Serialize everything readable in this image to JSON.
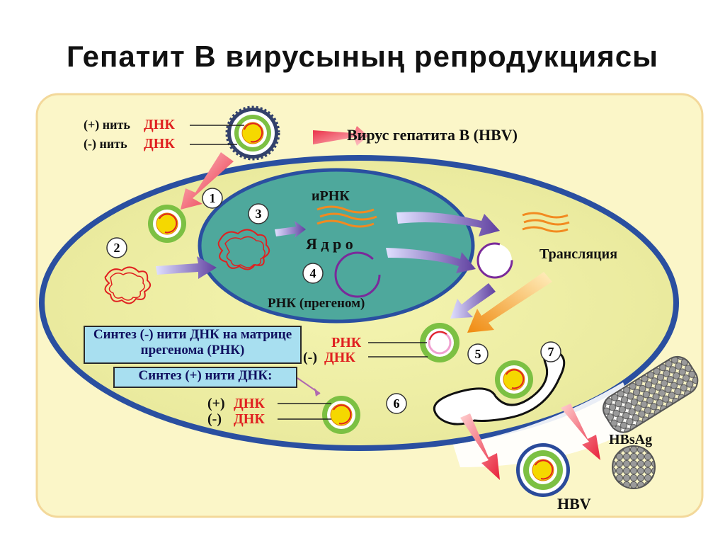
{
  "title": "Гепатит В вирусының репродукциясы",
  "labels": {
    "plus_strand_prefix": "(+) нить",
    "minus_strand_prefix": "(-) нить",
    "dna": "ДНК",
    "virus": "Вирус гепатита В (HBV)",
    "mrna": "иРНК",
    "nucleus": "Я д р о",
    "rna_pregenome": "РНК (прегеном)",
    "translation": "Трансляция",
    "rna": "РНК",
    "minus": "(-)",
    "plus": "(+)",
    "hbsag": "HBsAg",
    "hbv": "HBV"
  },
  "steps": [
    "1",
    "2",
    "3",
    "4",
    "5",
    "6",
    "7"
  ],
  "boxes": {
    "minus_synthesis": "Синтез (-) нити ДНК на матрице прегенома (РНК)",
    "plus_synthesis": "Синтез (+) нити ДНК:"
  },
  "colors": {
    "background_panel": "#fbf6c8",
    "cell": "#f0f0a8",
    "cell_border": "#2a4fa0",
    "nucleus": "#4ea89c",
    "dna_red": "#e02020",
    "box": "#a8dff0",
    "virus_green": "#7cc043",
    "virus_yellow": "#f5d800"
  }
}
